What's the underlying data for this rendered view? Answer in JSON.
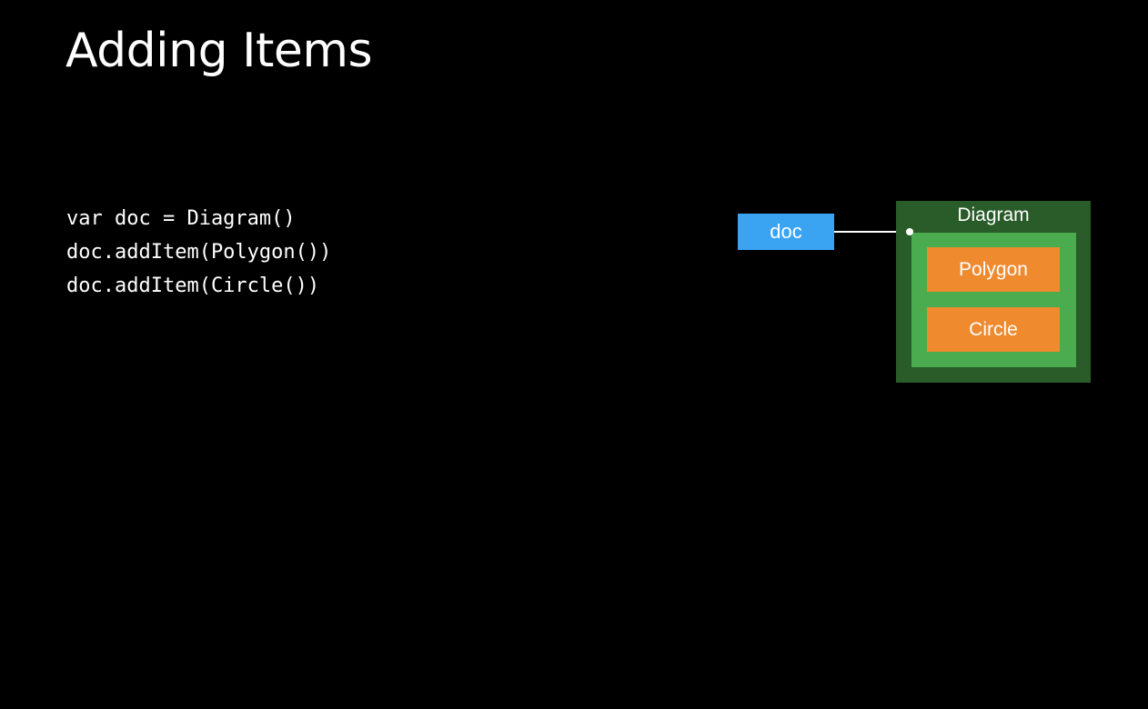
{
  "slide": {
    "title": "Adding Items"
  },
  "code": {
    "lines": [
      "var doc = Diagram()",
      "doc.addItem(Polygon())",
      "doc.addItem(Circle())"
    ]
  },
  "diagram": {
    "reference_label": "doc",
    "container_label": "Diagram",
    "items": [
      {
        "label": "Polygon"
      },
      {
        "label": "Circle"
      }
    ],
    "colors": {
      "background": "#000000",
      "reference": "#3aa4f3",
      "container_outer": "#2a5c2a",
      "container_inner": "#4aab4f",
      "item": "#f08a2f",
      "text": "#ffffff"
    }
  }
}
